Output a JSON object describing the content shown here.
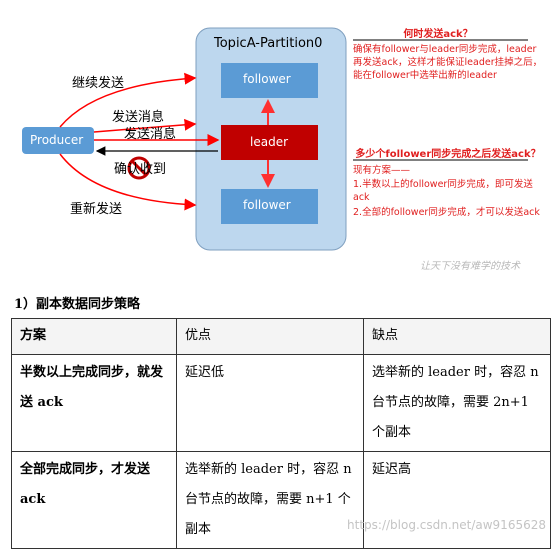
{
  "diagram": {
    "partition_title": "TopicA-Partition0",
    "follower_top": "follower",
    "leader": "leader",
    "follower_bottom": "follower",
    "producer": "Producer",
    "arrow_continue": "继续发送",
    "arrow_send1": "发送消息",
    "arrow_send2": "发送消息",
    "arrow_ack": "确认收到",
    "arrow_resend": "重新发送",
    "note1_title": "何时发送ack？",
    "note1_body": "确保有follower与leader同步完成，leader再发送ack，这样才能保证leader挂掉之后，能在follower中选举出新的leader",
    "note2_title": "多少个follower同步完成之后发送ack？",
    "note2_lines": [
      "现有方案——",
      "1.半数以上的follower同步完成，即可发送ack",
      "2.全部的follower同步完成，才可以发送ack"
    ],
    "watermark": "让天下没有难学的技术",
    "colors": {
      "box_blue": "#5b9bd5",
      "partition_bg": "#bdd7ee",
      "leader_red": "#c00000",
      "arrow_red": "#ff0000"
    }
  },
  "section_title": "1）副本数据同步策略",
  "table": {
    "headers": [
      "方案",
      "优点",
      "缺点"
    ],
    "rows": [
      [
        "半数以上完成同步，就发送 ack",
        "延迟低",
        "选举新的 leader 时，容忍 n 台节点的故障，需要 2n+1 个副本"
      ],
      [
        "全部完成同步，才发送 ack",
        "选举新的 leader 时，容忍 n 台节点的故障，需要 n+1 个副本",
        "延迟高"
      ]
    ]
  },
  "watermark_url": "https://blog.csdn.net/aw9165628"
}
